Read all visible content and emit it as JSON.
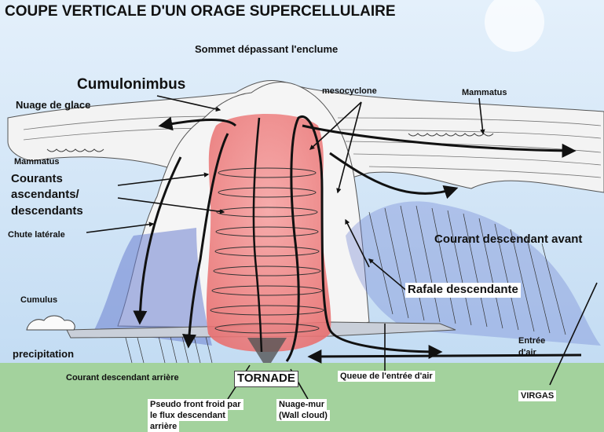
{
  "title": "COUPE VERTICALE D'UN ORAGE SUPERCELLULAIRE",
  "labels": {
    "sommet": "Sommet dépassant l'enclume",
    "cumulonimbus": "Cumulonimbus",
    "nuage_glace": "Nuage de glace",
    "mesocyclone": "mesocyclone",
    "mammatus_right": "Mammatus",
    "mammatus_left": "Mammatus",
    "courants_1": "Courants",
    "courants_2": "ascendants/",
    "courants_3": "descendants",
    "chute_laterale": "Chute latérale",
    "courant_desc_avant": "Courant descendant avant",
    "rafale": "Rafale descendante",
    "cumulus": "Cumulus",
    "precipitation": "precipitation",
    "entree_air_1": "Entrée",
    "entree_air_2": "d'air",
    "courant_desc_arriere": "Courant descendant arrière",
    "tornade": "TORNADE",
    "queue_entree": "Queue de l'entrée d'air",
    "virgas": "VIRGAS",
    "pseudo_front_1": "Pseudo front froid par",
    "pseudo_front_2": "le flux descendant",
    "pseudo_front_3": "arrière",
    "nuage_mur_1": "Nuage-mur",
    "nuage_mur_2": "(Wall cloud)"
  },
  "colors": {
    "sky": "#cfe3f6",
    "ground": "#9fcf9a",
    "updraft": "#f08a8a",
    "precip_shade": "#6b7fd0",
    "cloud": "#f4f4f4",
    "arrow": "#111111"
  }
}
